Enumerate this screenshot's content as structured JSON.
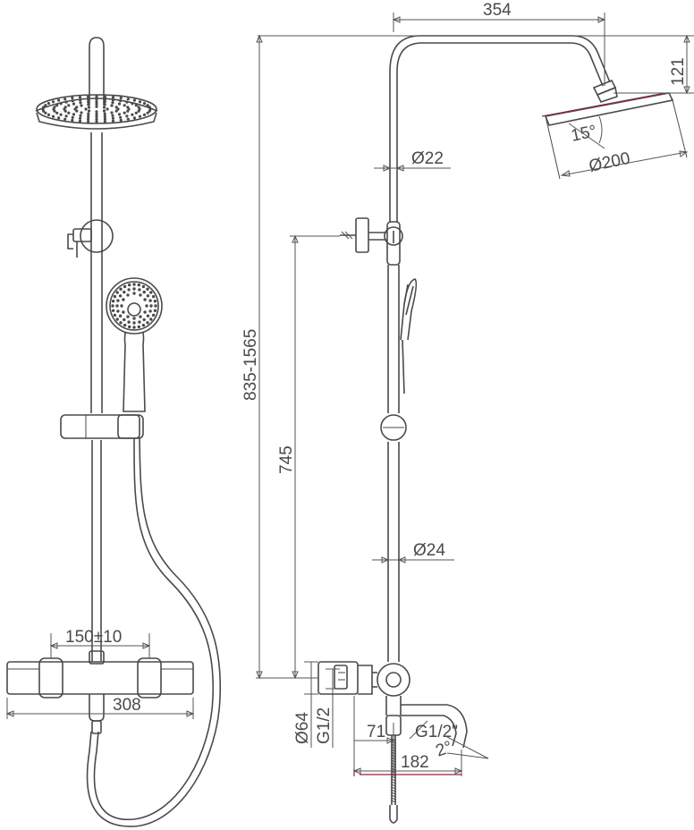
{
  "colors": {
    "line": "#4a4a4a",
    "accent": "#8b2a3a",
    "background": "#ffffff"
  },
  "front_view": {
    "dim_valve_spacing": "150±10",
    "dim_body_length": "308"
  },
  "side_view": {
    "dim_arm_reach": "354",
    "dim_head_drop": "121",
    "dim_head_angle": "15°",
    "dim_head_diameter": "Ø200",
    "dim_upper_pipe": "Ø22",
    "dim_lower_pipe": "Ø24",
    "dim_total_height": "835-1565",
    "dim_bracket_height": "745",
    "dim_body_diameter": "Ø64",
    "dim_inlet_thread": "G1/2",
    "dim_spout_thread": "G1/2\"",
    "dim_spout_offset": "71",
    "dim_spout_angle": "2°",
    "dim_spout_reach": "182"
  }
}
